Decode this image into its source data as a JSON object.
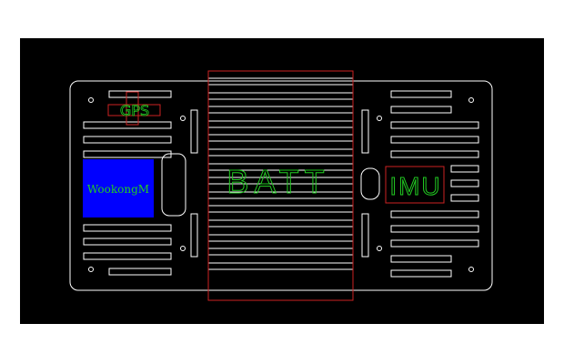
{
  "colors": {
    "background": "#ffffff",
    "drawing_background": "#000000",
    "outline": "#ffffff",
    "label_text": "#22cc22",
    "component_box": "#cc2222",
    "flight_controller_fill": "#0000ff"
  },
  "components": {
    "gps": {
      "label": "GPS"
    },
    "flight_controller": {
      "label": "WookongM"
    },
    "battery": {
      "label": "BATT"
    },
    "imu": {
      "label": "IMU"
    }
  }
}
